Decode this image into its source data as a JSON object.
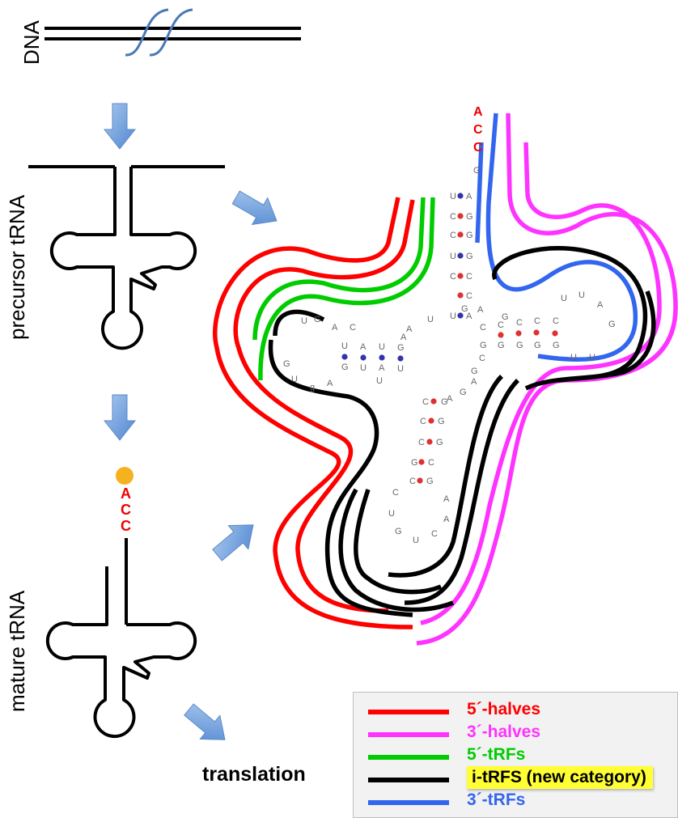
{
  "labels": {
    "dna": "DNA",
    "precursor": "precursor tRNA",
    "mature": "mature tRNA",
    "translation": "translation"
  },
  "acc_mature": [
    "A",
    "C",
    "C"
  ],
  "acc_structure": [
    "A",
    "C",
    "C"
  ],
  "legend": [
    {
      "label": "5´-halves",
      "color": "#ff0000"
    },
    {
      "label": "3´-halves",
      "color": "#ff33ff"
    },
    {
      "label": "5´-tRFs",
      "color": "#00cc00"
    },
    {
      "label": "i-tRFS (new category)",
      "color": "#000000",
      "highlight": true
    },
    {
      "label": "3´-tRFs",
      "color": "#3366ee"
    }
  ],
  "colors": {
    "arrow": "#6fa0dd",
    "dna_twist": "#4a78b5",
    "dot_red": "#e03030",
    "dot_blue": "#3333aa",
    "cap": "#f5b21f"
  },
  "nucleotides": {
    "acceptor": [
      "G",
      "U",
      "C",
      "C",
      "U",
      "C",
      "U"
    ],
    "acceptor_right": [
      "A",
      "G",
      "G",
      "G",
      "C",
      "C",
      "A"
    ],
    "d_arm": [
      "U",
      "G",
      "A",
      "G",
      "U",
      "g",
      "A"
    ],
    "d_pairs_top": [
      "U",
      "A",
      "U",
      "G"
    ],
    "d_pairs_bottom": [
      "G",
      "U",
      "A",
      "U"
    ],
    "anticodon_left": [
      "C",
      "C",
      "C",
      "G",
      "C"
    ],
    "anticodon_right": [
      "G",
      "G",
      "G",
      "C",
      "G"
    ],
    "anticodon_loop": [
      "C",
      "U",
      "G",
      "U",
      "C",
      "A",
      "A"
    ],
    "t_top": [
      "C",
      "C",
      "C",
      "C",
      "C"
    ],
    "t_bottom": [
      "G",
      "G",
      "G",
      "G",
      "G"
    ],
    "t_loop": [
      "U",
      "U",
      "A",
      "G",
      "U",
      "U"
    ],
    "variable": [
      "C",
      "G",
      "A",
      "G",
      "A",
      "A",
      "G"
    ],
    "misc": [
      "A",
      "U",
      "C",
      "G",
      "A",
      "U"
    ]
  }
}
